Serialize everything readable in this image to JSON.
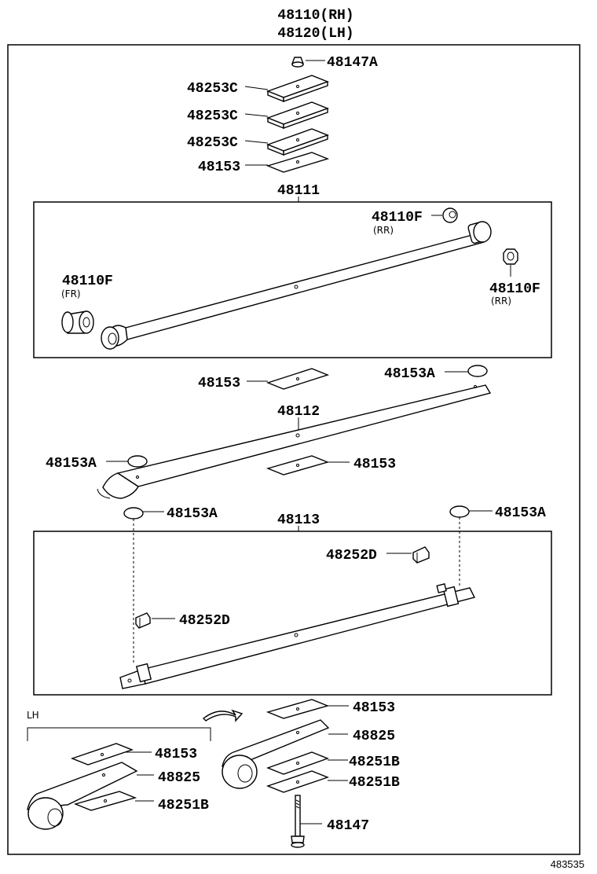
{
  "assembly": {
    "title_rh": "48110(RH)",
    "title_lh": "48120(LH)"
  },
  "labels": {
    "u_bolt_nut": "48147A",
    "pad_c_1": "48253C",
    "pad_c_2": "48253C",
    "pad_c_3": "48253C",
    "pad_top": "48153",
    "main_leaf": "48111",
    "bushing_rr": "48110F",
    "bushing_rr_note": "(RR)",
    "bushing_rr2": "48110F",
    "bushing_rr2_note": "(RR)",
    "bushing_fr": "48110F",
    "bushing_fr_note": "(FR)",
    "pad_upper_leaf2": "48153",
    "insert_leaf2_right": "48153A",
    "leaf_2": "48112",
    "insert_leaf2_left": "48153A",
    "pad_lower_leaf2": "48153",
    "insert_leaf3_left": "48153A",
    "leaf_3": "48113",
    "insert_leaf3_right": "48153A",
    "clip_right": "48252D",
    "clip_left": "48252D",
    "pad_right_group": "48153",
    "spacer_right": "48825",
    "pad_b_right_1": "48251B",
    "pad_b_right_2": "48251B",
    "center_bolt": "48147",
    "lh_tag": "LH",
    "pad_left_group": "48153",
    "spacer_left": "48825",
    "pad_b_left": "48251B"
  },
  "diagram_ref": "483535"
}
